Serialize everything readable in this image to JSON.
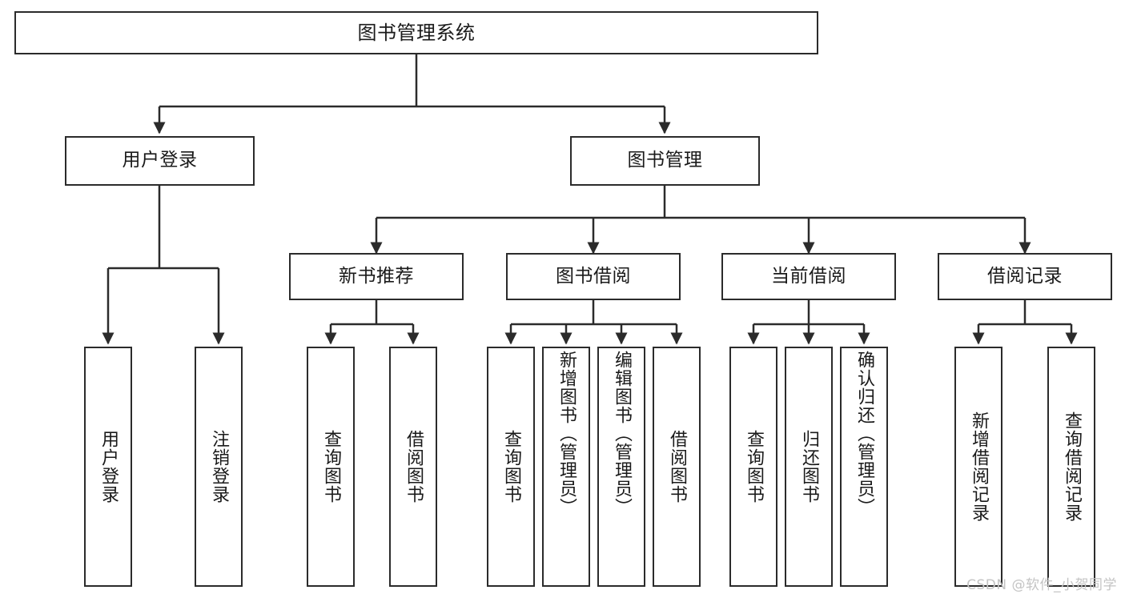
{
  "diagram": {
    "title": "图书管理系统",
    "type": "tree",
    "watermark": "CSDN @软件_小贺同学",
    "colors": {
      "stroke": "#2b2b2b",
      "fill": "#ffffff",
      "text": "#1a1a1a",
      "watermark": "#c4c4c4"
    },
    "root": {
      "label": "图书管理系统"
    },
    "level2": [
      {
        "label": "用户登录"
      },
      {
        "label": "图书管理"
      }
    ],
    "level3": [
      {
        "label": "新书推荐"
      },
      {
        "label": "图书借阅"
      },
      {
        "label": "当前借阅"
      },
      {
        "label": "借阅记录"
      }
    ],
    "leaves": {
      "user_login": [
        {
          "label": "用户登录"
        },
        {
          "label": "注销登录"
        }
      ],
      "new_book_recommend": [
        {
          "label": "查询图书"
        },
        {
          "label": "借阅图书"
        }
      ],
      "book_borrow": [
        {
          "label": "查询图书"
        },
        {
          "label": "新增图书（管理员）"
        },
        {
          "label": "编辑图书（管理员）"
        },
        {
          "label": "借阅图书"
        }
      ],
      "current_borrow": [
        {
          "label": "查询图书"
        },
        {
          "label": "归还图书"
        },
        {
          "label": "确认归还（管理员）"
        }
      ],
      "borrow_record": [
        {
          "label": "新增借阅记录"
        },
        {
          "label": "查询借阅记录"
        }
      ]
    }
  }
}
